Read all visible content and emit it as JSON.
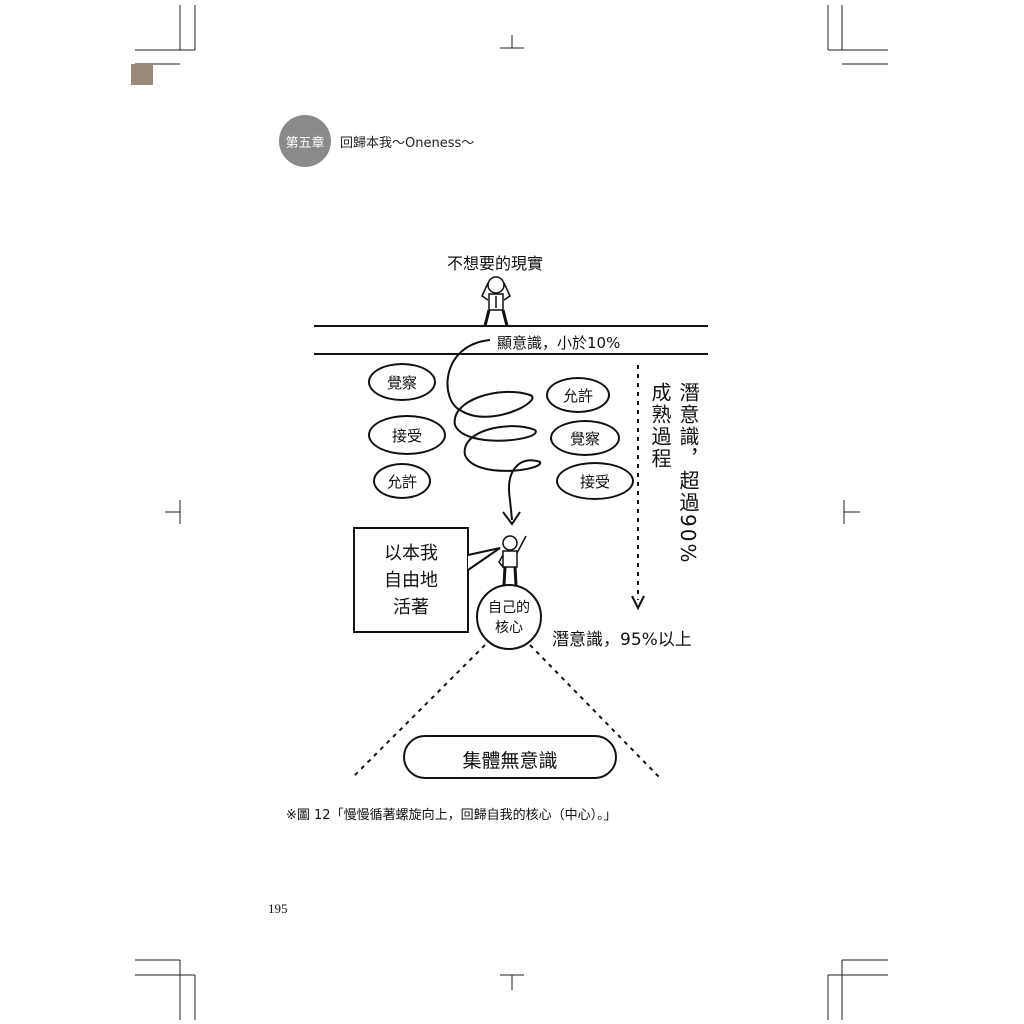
{
  "header": {
    "chapter_badge": "第五章",
    "chapter_title": "回歸本我〜Oneness〜"
  },
  "diagram": {
    "top_label": "不想要的現實",
    "conscious_label": "顯意識，小於10%",
    "left_bubbles": [
      "覺察",
      "接受",
      "允許"
    ],
    "right_bubbles": [
      "允許",
      "覺察",
      "接受"
    ],
    "subconscious_vertical": "潛意識，超過90%",
    "maturing_vertical": "成熟過程",
    "speech_box": [
      "以本我",
      "自由地",
      "活著"
    ],
    "core_label": [
      "自己的",
      "核心"
    ],
    "deep_subconscious_label": "潛意識，95%以上",
    "collective_label": "集體無意識"
  },
  "caption": "※圖 12「慢慢循著螺旋向上，回歸自我的核心（中心）。」",
  "page_number": "195"
}
